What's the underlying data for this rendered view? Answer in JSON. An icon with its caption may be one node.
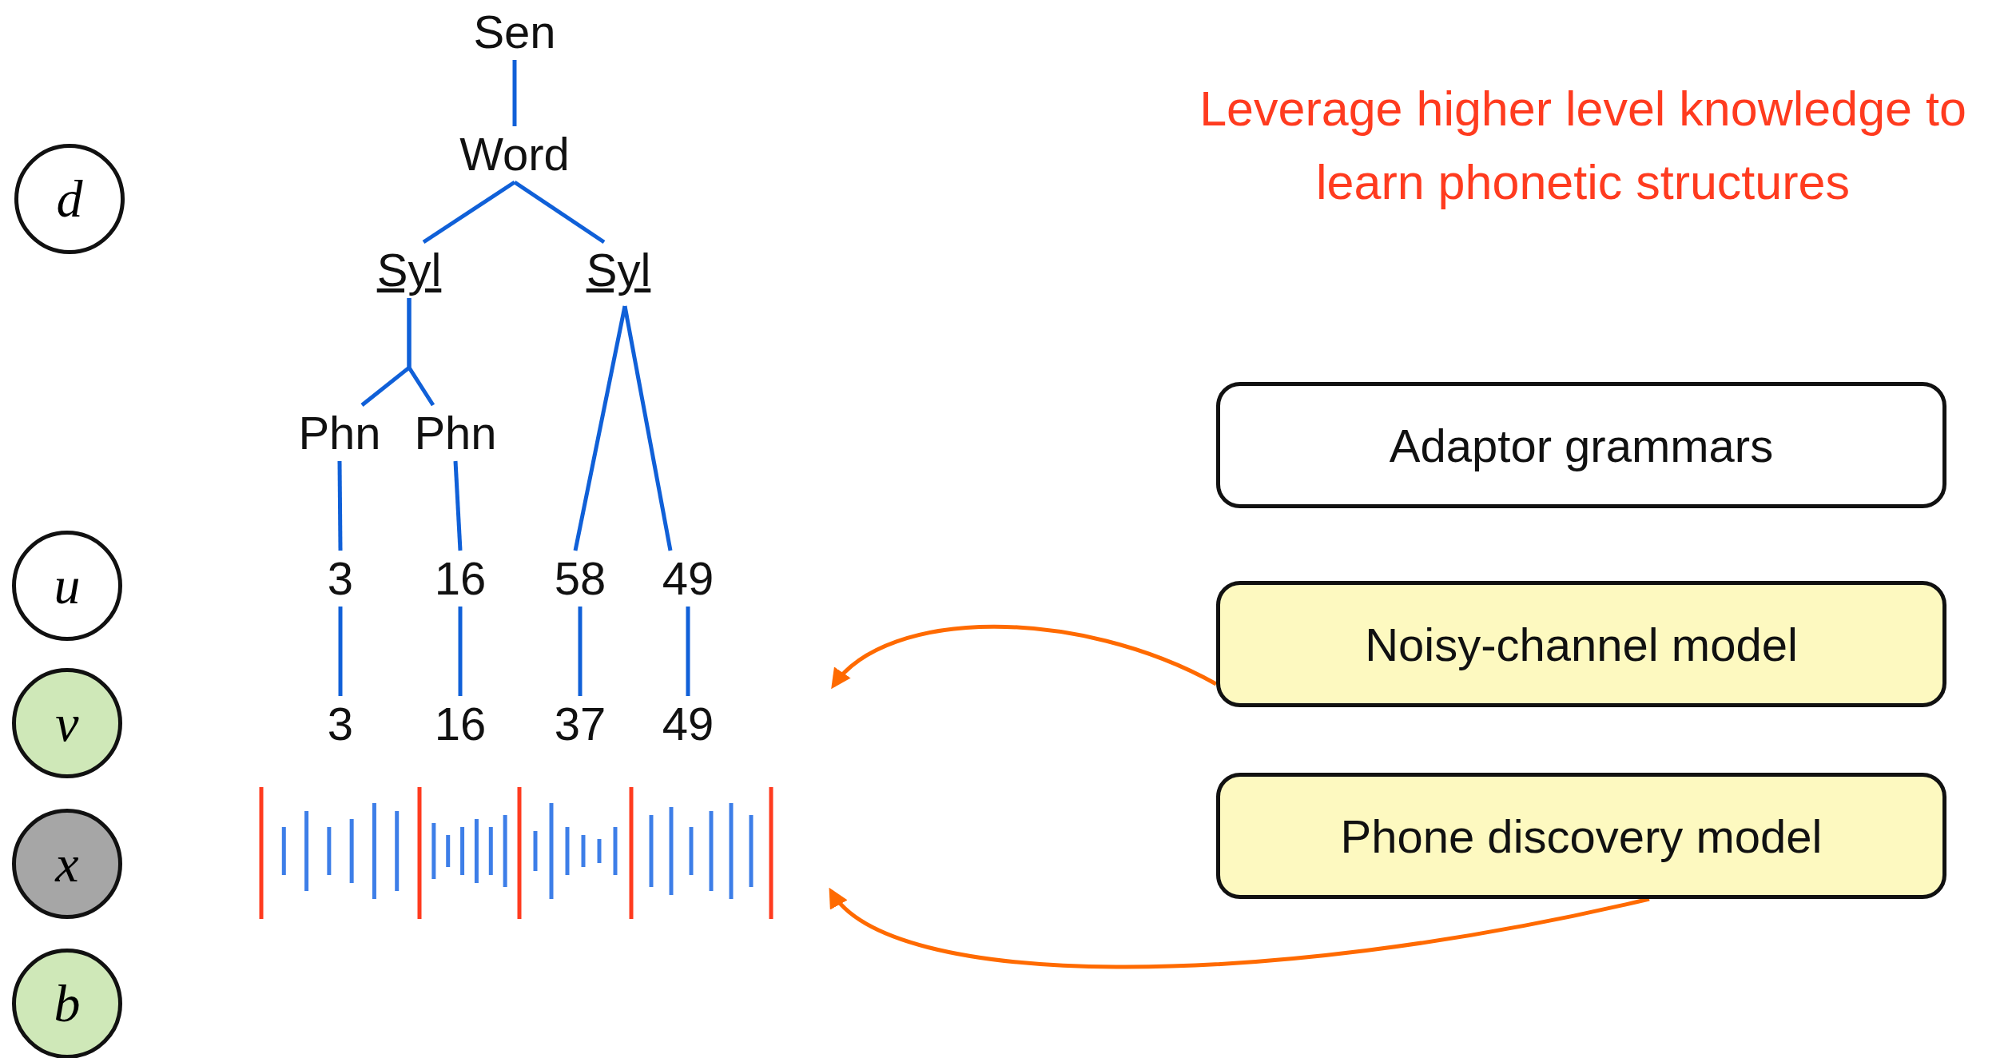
{
  "diagram": {
    "nodes": [
      {
        "text": [
          "d"
        ]
      },
      {
        "text": [
          "u"
        ]
      },
      {
        "text": [
          "v"
        ]
      },
      {
        "text": [
          "x"
        ]
      },
      {
        "text": [
          "b"
        ]
      },
      {
        "text": [
          "Sen"
        ]
      },
      {
        "text": [
          "Word"
        ]
      },
      {
        "text": [
          "Syl"
        ]
      },
      {
        "text": [
          "Syl"
        ]
      },
      {
        "text": [
          "Phn"
        ]
      },
      {
        "text": [
          "Phn"
        ]
      },
      {
        "text": [
          "3"
        ]
      },
      {
        "text": [
          "16"
        ]
      },
      {
        "text": [
          "58"
        ]
      },
      {
        "text": [
          "49"
        ]
      },
      {
        "text": [
          "3"
        ]
      },
      {
        "text": [
          "16"
        ]
      },
      {
        "text": [
          "37"
        ]
      },
      {
        "text": [
          "49"
        ]
      },
      {
        "text": [],
        "shape": "picture"
      },
      {
        "text": [
          "Adaptor grammars"
        ]
      },
      {
        "text": [
          "Noisy-channel model"
        ]
      },
      {
        "text": [
          "Phone discovery model"
        ]
      }
    ],
    "edges": [
      {
        "from": 5,
        "to": 6,
        "arrow": "none"
      },
      {
        "from": 6,
        "to": 7,
        "arrow": "none"
      },
      {
        "from": 6,
        "to": 8,
        "arrow": "none"
      },
      {
        "from": 7,
        "to": 9,
        "arrow": "none"
      },
      {
        "from": 7,
        "to": 10,
        "arrow": "none"
      },
      {
        "from": 8,
        "to": 13,
        "arrow": "none"
      },
      {
        "from": 8,
        "to": 14,
        "arrow": "none"
      },
      {
        "from": 9,
        "to": 11,
        "arrow": "none"
      },
      {
        "from": 10,
        "to": 12,
        "arrow": "none"
      },
      {
        "from": 11,
        "to": 15,
        "arrow": "none"
      },
      {
        "from": 12,
        "to": 16,
        "arrow": "none"
      },
      {
        "from": 13,
        "to": 17,
        "arrow": "none"
      },
      {
        "from": 14,
        "to": 18,
        "arrow": "none"
      },
      {
        "from": 21,
        "to": null,
        "arrow": "to",
        "color": "#ff6a00"
      },
      {
        "from": 22,
        "to": 19,
        "arrow": "to",
        "color": "#ff6a00"
      }
    ],
    "labels": [
      "Leverage higher level knowledge to learn phonetic structures"
    ]
  }
}
